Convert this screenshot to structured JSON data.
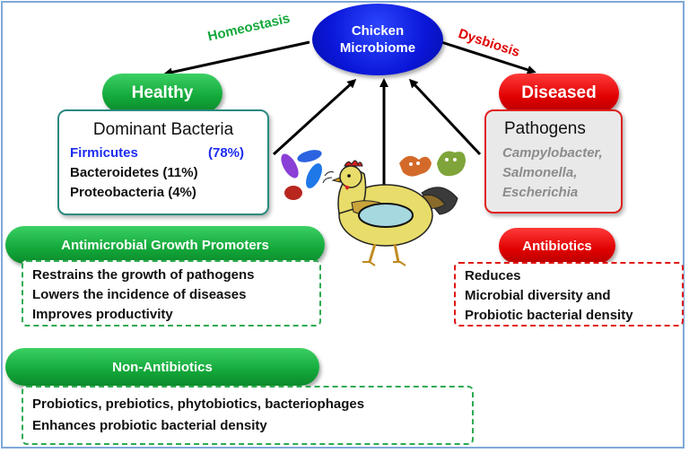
{
  "center": {
    "label_line1": "Chicken",
    "label_line2": "Microbiome"
  },
  "arrows": {
    "left_label": "Homeostasis",
    "right_label": "Dysbiosis"
  },
  "healthy": {
    "title": "Healthy",
    "box_title": "Dominant Bacteria",
    "items": [
      {
        "name": "Firmicutes",
        "value": "(78%)"
      },
      {
        "name": "Bacteroidetes",
        "value": "(11%)"
      },
      {
        "name": "Proteobacteria",
        "value": "(4%)"
      }
    ]
  },
  "diseased": {
    "title": "Diseased",
    "box_title": "Pathogens",
    "items": [
      "Campylobacter,",
      "Salmonella,",
      "Escherichia"
    ]
  },
  "agp": {
    "title": "Antimicrobial Growth Promoters",
    "lines": [
      "Restrains the growth of pathogens",
      "Lowers the incidence of diseases",
      "Improves productivity"
    ]
  },
  "antibiotics": {
    "title": "Antibiotics",
    "lines": [
      "Reduces",
      "Microbial diversity and",
      "Probiotic bacterial density"
    ]
  },
  "non_antibiotics": {
    "title": "Non-Antibiotics",
    "lines": [
      "Probiotics, prebiotics, phytobiotics, bacteriophages",
      "Enhances probiotic bacterial density"
    ]
  },
  "colors": {
    "green": "#13a83a",
    "red": "#e00000",
    "blue": "#0a16d8",
    "firmicutes": "#1d2cf0"
  }
}
